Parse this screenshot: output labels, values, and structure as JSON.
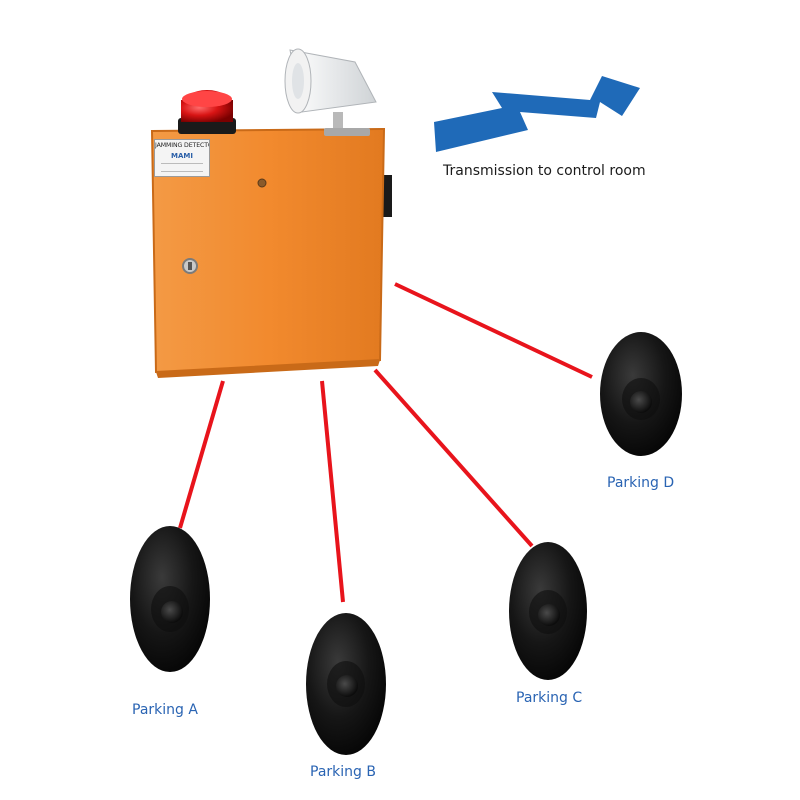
{
  "detector": {
    "plate_title": "JAMMING DETECTOR",
    "plate_brand": "MAMI"
  },
  "transmission": {
    "label": "Transmission to control room",
    "arrow_color": "#1f6ab8"
  },
  "colors": {
    "connection_line": "#e8141c",
    "parking_label": "#2a64b3",
    "cabinet": "#f28a2e",
    "sensor": "#141414"
  },
  "sensors": [
    {
      "id": "a",
      "label": "Parking A"
    },
    {
      "id": "b",
      "label": "Parking B"
    },
    {
      "id": "c",
      "label": "Parking C"
    },
    {
      "id": "d",
      "label": "Parking D"
    }
  ]
}
